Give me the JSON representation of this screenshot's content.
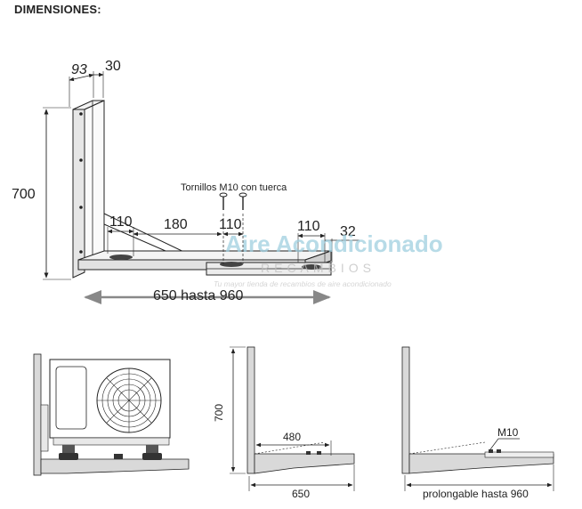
{
  "title": "DIMENSIONES:",
  "main_figure": {
    "width_top": "93",
    "width_top2": "30",
    "height": "700",
    "screws_note": "Tornillos M10 con tuerca",
    "seg_a": "110",
    "seg_b": "180",
    "seg_c": "110",
    "seg_d": "110",
    "seg_e": "32",
    "length": "650 hasta 960"
  },
  "watermark": {
    "line1": "Aire Acondicionado",
    "line2": "RECAMBIOS",
    "line3": "Tu mayor tienda de recambios de aire acondicionado"
  },
  "small_figures": {
    "height": "700",
    "inner_length": "480",
    "total_length": "650",
    "bolt_label": "M10",
    "extended_length": "prolongable hasta 960"
  },
  "colors": {
    "line": "#222222",
    "bracket_fill": "#d9d9d9",
    "watermark": "#9fcfe0"
  }
}
